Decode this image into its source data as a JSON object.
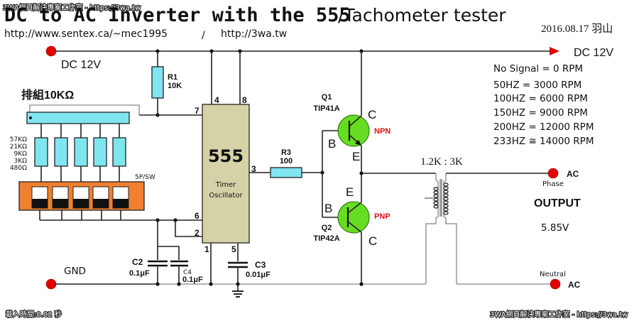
{
  "watermark_top": "3WA網頁解決專案工作室 - https://3wa.tw",
  "title": {
    "main": "DC to AC Inverter with the 555",
    "suffix": "/Tachometer tester"
  },
  "urls": {
    "left": "http://www.sentex.ca/~mec1995",
    "separator": "/",
    "right": "http://3wa.tw"
  },
  "date_author": "2016.08.17 羽山",
  "power": {
    "input_label": "DC  12V",
    "output_label": "DC  12V",
    "gnd_label": "GND"
  },
  "components": {
    "r1": {
      "name": "R1",
      "value": "10K"
    },
    "r3": {
      "name": "R3",
      "value": "100"
    },
    "c2": {
      "name": "C2",
      "value": "0.1μF"
    },
    "c3": {
      "name": "C3",
      "value": "0.01μF"
    },
    "c4": {
      "name": "C4",
      "value": "0.1μF"
    },
    "ic": {
      "name": "555",
      "line1": "Timer",
      "line2": "Oscillator"
    },
    "resistor_array": {
      "label": "排組10KΩ",
      "values": [
        "57KΩ",
        "21KΩ",
        "9KΩ",
        "3KΩ",
        "480Ω"
      ]
    },
    "switch": {
      "label": "5P/SW"
    },
    "q1": {
      "name": "Q1",
      "part": "TIP41A",
      "type": "NPN",
      "c": "C",
      "b": "B",
      "e": "E"
    },
    "q2": {
      "name": "Q2",
      "part": "TIP42A",
      "type": "PNP",
      "c": "C",
      "b": "B",
      "e": "E"
    },
    "transformer": {
      "ratio": "1.2K : 3K"
    }
  },
  "pins": {
    "p4": "4",
    "p8": "8",
    "p7": "7",
    "p3": "3",
    "p6": "6",
    "p2": "2",
    "p1": "1",
    "p5": "5"
  },
  "output": {
    "phase_label": "Phase",
    "neutral_label": "Neutral",
    "ac_label": "AC",
    "title": "OUTPUT",
    "voltage": "5.85V"
  },
  "rpm_table": [
    "No Signal = 0 RPM",
    "50HZ = 3000 RPM",
    "100HZ = 6000 RPM",
    "150HZ = 9000 RPM",
    "200HZ = 12000 RPM",
    "233HZ ≅ 14000 RPM"
  ],
  "load_time": "載入時間:0.02 秒",
  "watermark_bottom": "3WA網頁解決專案工作室 - https://3wa.tw",
  "colors": {
    "terminal": "#e00000",
    "resistor": "#7fe6f0",
    "transistor": "#66dd22",
    "ic_body": "#d6d2a8",
    "switch_body": "#f08030"
  }
}
